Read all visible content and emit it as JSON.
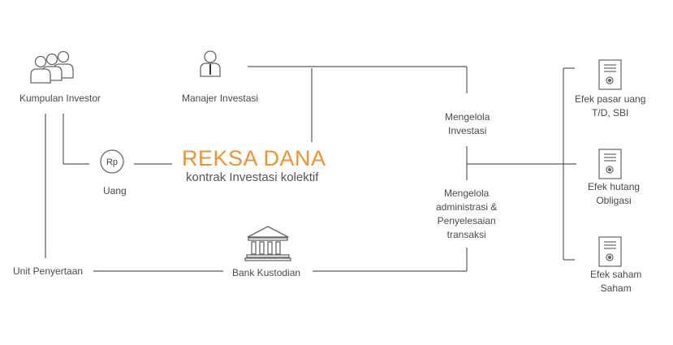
{
  "nodes": {
    "investor_group": "Kumpulan Investor",
    "manager": "Manajer Investasi",
    "money": "Uang",
    "money_symbol": "Rp",
    "units": "Unit Penyertaan",
    "custodian": "Bank Kustodian"
  },
  "center": {
    "title": "REKSA DANA",
    "subtitle": "kontrak Investasi kolektif"
  },
  "roles": {
    "manage_investment": [
      "Mengelola",
      "Investasi"
    ],
    "manage_admin": [
      "Mengelola",
      "administrasi &",
      "Penyelesaian",
      "transaksi"
    ]
  },
  "instruments": [
    {
      "line1": "Efek pasar uang",
      "line2": "T/D, SBI"
    },
    {
      "line1": "Efek hutang",
      "line2": "Obligasi"
    },
    {
      "line1": "Efek saham",
      "line2": "Saham"
    }
  ],
  "colors": {
    "accent": "#f0922f",
    "line": "#555555",
    "icon": "#666666"
  }
}
